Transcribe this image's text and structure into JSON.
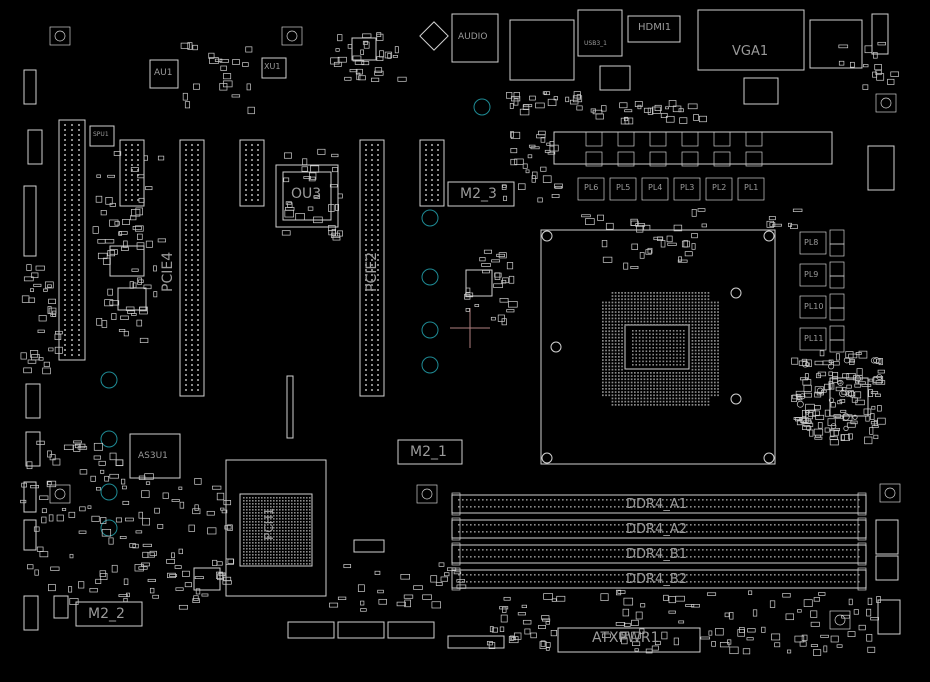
{
  "colors": {
    "background": "#000000",
    "outline": "#d0d0d0",
    "label": "#9a9a9a",
    "via_ring": "#1e8a94",
    "crosshair": "#b08080"
  },
  "labels": {
    "au1": "AU1",
    "xu1": "XU1",
    "spu1": "SPU1",
    "ou3": "OU3",
    "pcie4": "PCIE4",
    "pcie2": "PCIE2",
    "m2_3": "M2_3",
    "m2_1": "M2_1",
    "m2_2": "M2_2",
    "as3u1": "AS3U1",
    "hdmi1": "HDMI1",
    "vga1": "VGA1",
    "audio": "AUDIO",
    "usb3": "USB3_1",
    "ddr4_a1": "DDR4_A1",
    "ddr4_a2": "DDR4_A2",
    "ddr4_b1": "DDR4_B1",
    "ddr4_b2": "DDR4_B2",
    "atxpwr1": "ATXPWR1",
    "chipset": "PCH1"
  },
  "phases": [
    "PL6",
    "PL5",
    "PL4",
    "PL3",
    "PL2",
    "PL1"
  ],
  "phases_right": [
    "PL8",
    "PL9",
    "PL10",
    "PL11"
  ]
}
